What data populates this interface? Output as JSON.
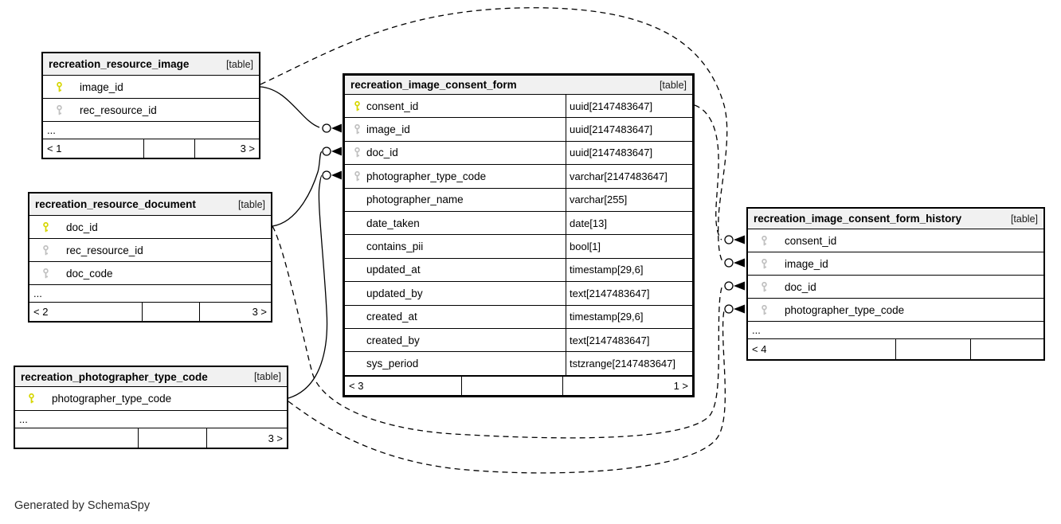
{
  "note": "Generated by SchemaSpy",
  "colors": {
    "primary_key": "#d6d600",
    "foreign_key": "#c0c0c0",
    "header_bg": "#f1f1f1",
    "border": "#000000",
    "background": "#ffffff"
  },
  "tables": {
    "resource_image": {
      "name": "recreation_resource_image",
      "tag": "[table]",
      "columns": [
        {
          "name": "image_id",
          "key": "pk"
        },
        {
          "name": "rec_resource_id",
          "key": "fk"
        }
      ],
      "ellipsis": "...",
      "footer": [
        "< 1",
        "",
        "3 >"
      ]
    },
    "resource_document": {
      "name": "recreation_resource_document",
      "tag": "[table]",
      "columns": [
        {
          "name": "doc_id",
          "key": "pk"
        },
        {
          "name": "rec_resource_id",
          "key": "fk"
        },
        {
          "name": "doc_code",
          "key": "fk"
        }
      ],
      "ellipsis": "...",
      "footer": [
        "< 2",
        "",
        "3 >"
      ]
    },
    "photographer_type_code": {
      "name": "recreation_photographer_type_code",
      "tag": "[table]",
      "columns": [
        {
          "name": "photographer_type_code",
          "key": "pk"
        }
      ],
      "ellipsis": "...",
      "footer": [
        "",
        "",
        "3 >"
      ]
    },
    "consent_form": {
      "name": "recreation_image_consent_form",
      "tag": "[table]",
      "columns": [
        {
          "name": "consent_id",
          "type": "uuid[2147483647]",
          "key": "pk"
        },
        {
          "name": "image_id",
          "type": "uuid[2147483647]",
          "key": "fk"
        },
        {
          "name": "doc_id",
          "type": "uuid[2147483647]",
          "key": "fk"
        },
        {
          "name": "photographer_type_code",
          "type": "varchar[2147483647]",
          "key": "fk"
        },
        {
          "name": "photographer_name",
          "type": "varchar[255]",
          "key": ""
        },
        {
          "name": "date_taken",
          "type": "date[13]",
          "key": ""
        },
        {
          "name": "contains_pii",
          "type": "bool[1]",
          "key": ""
        },
        {
          "name": "updated_at",
          "type": "timestamp[29,6]",
          "key": ""
        },
        {
          "name": "updated_by",
          "type": "text[2147483647]",
          "key": ""
        },
        {
          "name": "created_at",
          "type": "timestamp[29,6]",
          "key": ""
        },
        {
          "name": "created_by",
          "type": "text[2147483647]",
          "key": ""
        },
        {
          "name": "sys_period",
          "type": "tstzrange[2147483647]",
          "key": ""
        }
      ],
      "footer": [
        "< 3",
        "",
        "1 >"
      ]
    },
    "consent_form_history": {
      "name": "recreation_image_consent_form_history",
      "tag": "[table]",
      "columns": [
        {
          "name": "consent_id",
          "key": "fk"
        },
        {
          "name": "image_id",
          "key": "fk"
        },
        {
          "name": "doc_id",
          "key": "fk"
        },
        {
          "name": "photographer_type_code",
          "key": "fk"
        }
      ],
      "ellipsis": "...",
      "footer": [
        "< 4",
        "",
        ""
      ]
    }
  }
}
